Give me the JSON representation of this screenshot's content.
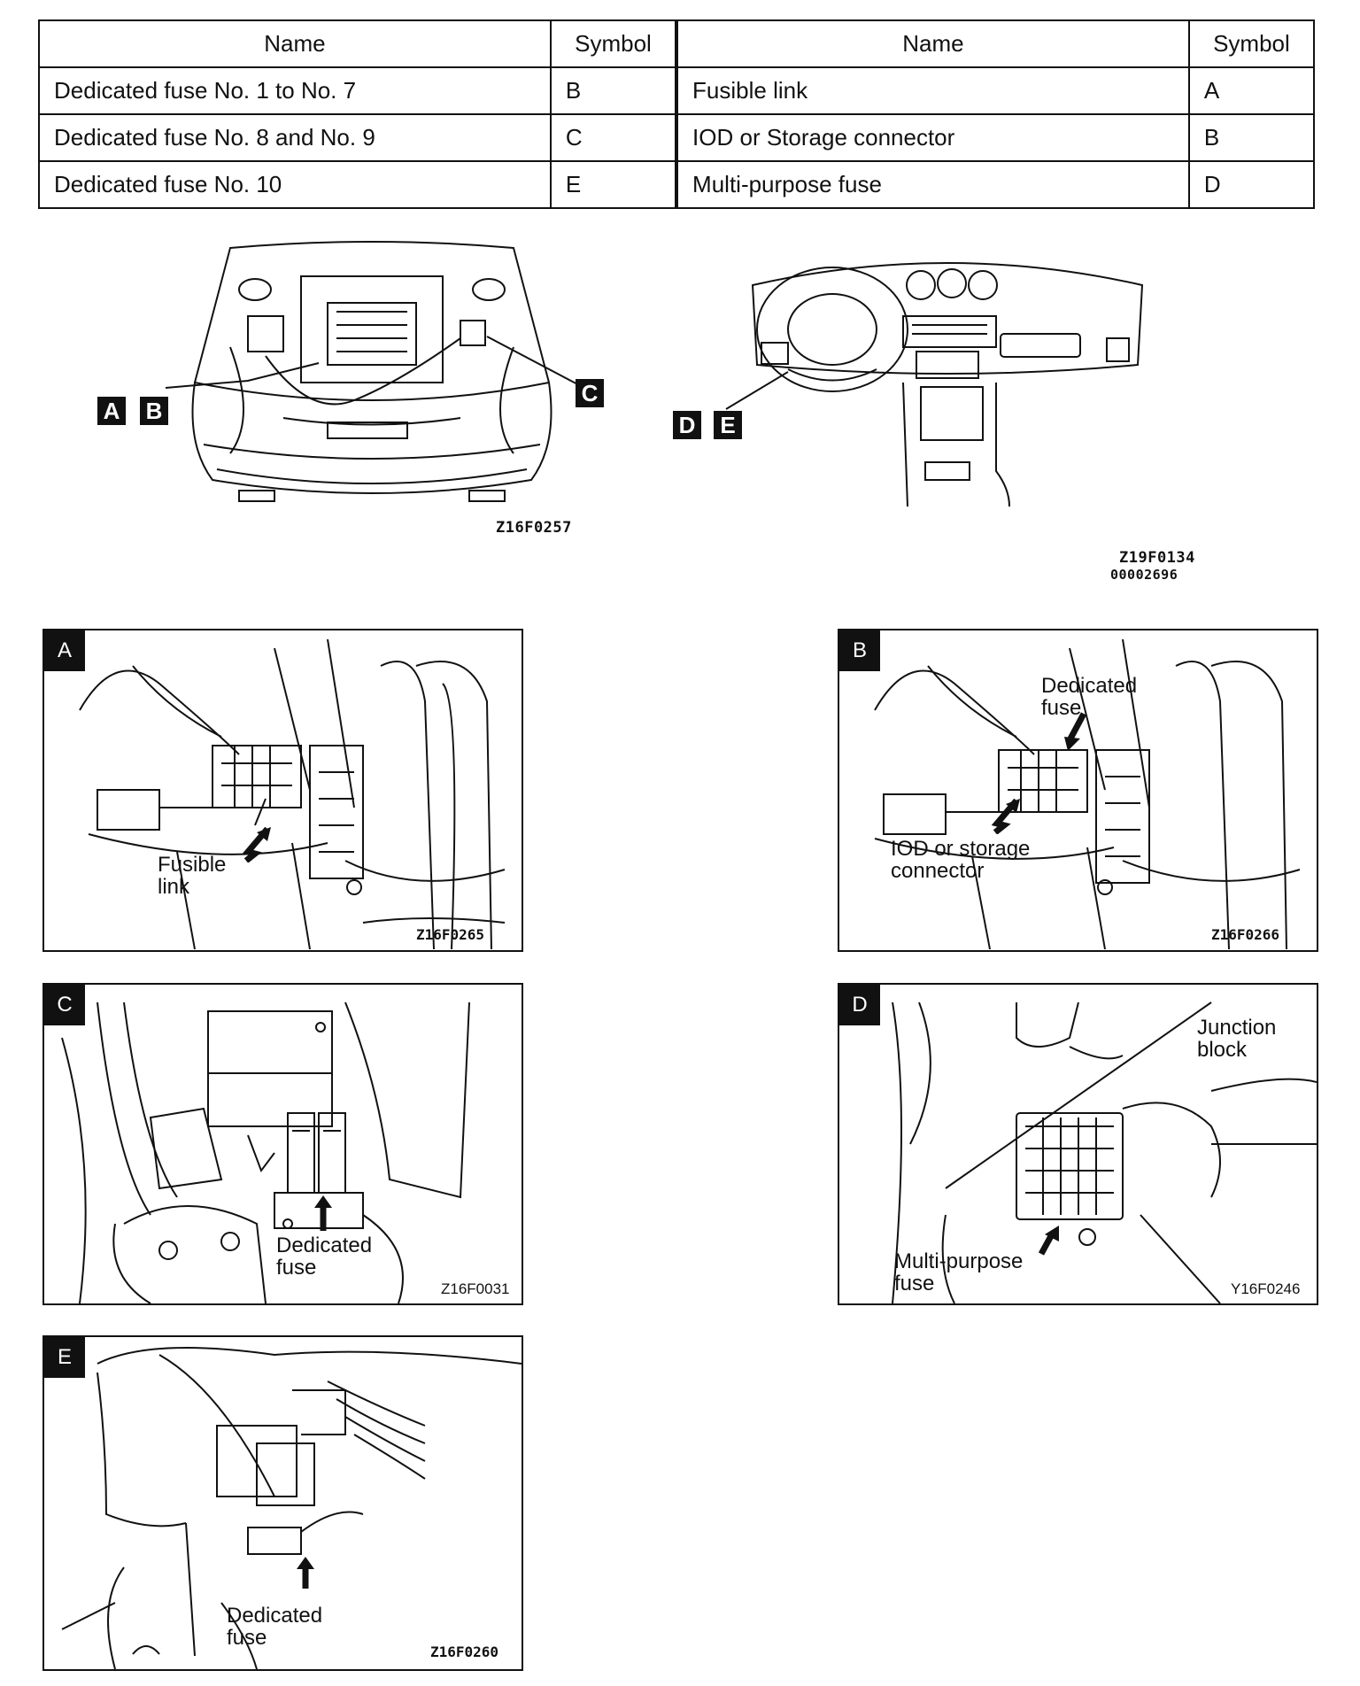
{
  "table": {
    "headers": [
      "Name",
      "Symbol",
      "Name",
      "Symbol"
    ],
    "rows": [
      {
        "name_left": "Dedicated fuse No. 1 to No. 7",
        "symbol_left": "B",
        "name_right": "Fusible link",
        "symbol_right": "A"
      },
      {
        "name_left": "Dedicated fuse No. 8 and No. 9",
        "symbol_left": "C",
        "name_right": "IOD or Storage connector",
        "symbol_right": "B"
      },
      {
        "name_left": "Dedicated fuse No. 10",
        "symbol_left": "E",
        "name_right": "Multi-purpose fuse",
        "symbol_right": "D"
      }
    ]
  },
  "overview": {
    "engine_code": "Z16F0257",
    "dash_code_1": "Z19F0134",
    "dash_code_2": "00002696",
    "engine_badges": [
      "A",
      "B",
      "C"
    ],
    "dash_badges": [
      "D",
      "E"
    ]
  },
  "panels": {
    "a": {
      "letter": "A",
      "callout": "Fusible\nlink",
      "code": "Z16F0265"
    },
    "b": {
      "letter": "B",
      "callout_top": "Dedicated\nfuse",
      "callout_bottom": "IOD or storage\nconnector",
      "code": "Z16F0266"
    },
    "c": {
      "letter": "C",
      "callout": "Dedicated\nfuse",
      "code": "Z16F0031"
    },
    "d": {
      "letter": "D",
      "callout_top": "Junction\nblock",
      "callout_bottom": "Multi-purpose\nfuse",
      "code": "Y16F0246"
    },
    "e": {
      "letter": "E",
      "callout": "Dedicated\nfuse",
      "code": "Z16F0260"
    }
  }
}
